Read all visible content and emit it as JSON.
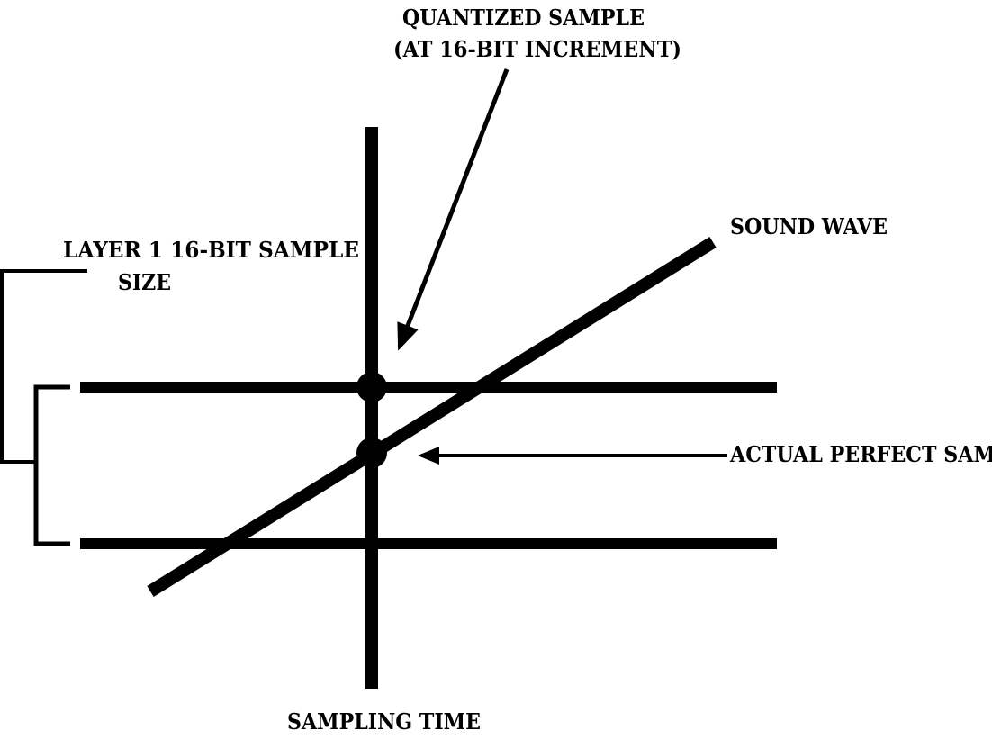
{
  "labels": {
    "quantized_line1": "QUANTIZED SAMPLE",
    "quantized_line2": "(AT 16-BIT INCREMENT)",
    "sound_wave": "SOUND WAVE",
    "layer_line1": "LAYER 1  16-BIT SAMPLE",
    "layer_line2": "SIZE",
    "actual_sample": "ACTUAL PERFECT SAM",
    "sampling_time": "SAMPLING TIME"
  },
  "colors": {
    "ink": "#000000",
    "background": "#ffffff"
  }
}
